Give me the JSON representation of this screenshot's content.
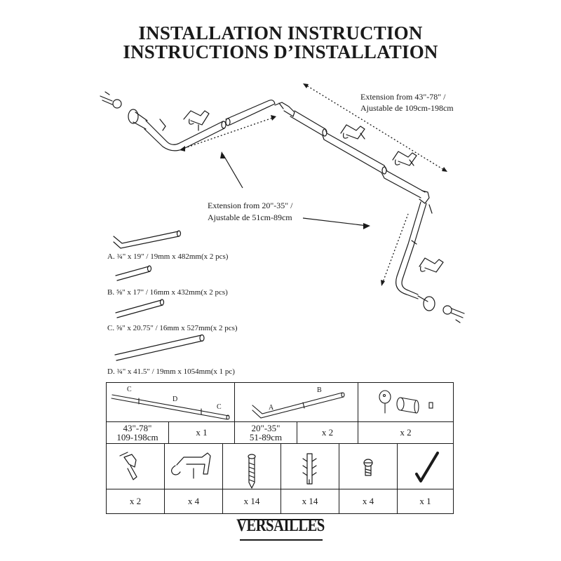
{
  "header": {
    "title_en": "INSTALLATION INSTRUCTION",
    "title_fr": "INSTRUCTIONS D’INSTALLATION"
  },
  "diagram": {
    "ext_long_en": "Extension from 43\"-78\" /",
    "ext_long_fr": "Ajustable de 109cm-198cm",
    "ext_short_en": "Extension from 20\"-35\" /",
    "ext_short_fr": "Ajustable de 51cm-89cm"
  },
  "parts": [
    {
      "label": "A. ¾\" x 19\" / 19mm x 482mm(x 2 pcs)"
    },
    {
      "label": "B. ⅝\" x 17\" / 16mm x 432mm(x 2 pcs)"
    },
    {
      "label": "C. ⅝\" x 20.75\" / 16mm x 527mm(x 2 pcs)"
    },
    {
      "label": "D. ¾\" x 41.5\" / 19mm x 1054mm(x 1 pc)"
    }
  ],
  "table": {
    "row1": {
      "long_rod": {
        "c_left": "C",
        "d": "D",
        "c_right": "C",
        "size_in": "43\"-78\"",
        "size_cm": "109-198cm",
        "qty": "x 1"
      },
      "short_rod": {
        "a": "A",
        "b": "B",
        "size_in": "20\"-35\"",
        "size_cm": "51-89cm",
        "qty": "x 2"
      },
      "finial": {
        "qty": "x 2"
      }
    },
    "row2": [
      {
        "icon": "elbow-connector-icon",
        "qty": "x 2"
      },
      {
        "icon": "bracket-icon",
        "qty": "x 4"
      },
      {
        "icon": "screw-icon",
        "qty": "x 14"
      },
      {
        "icon": "wall-anchor-icon",
        "qty": "x 14"
      },
      {
        "icon": "set-screw-icon",
        "qty": "x 4"
      },
      {
        "icon": "allen-key-icon",
        "qty": "x 1"
      }
    ]
  },
  "brand": "VERSAILLES"
}
